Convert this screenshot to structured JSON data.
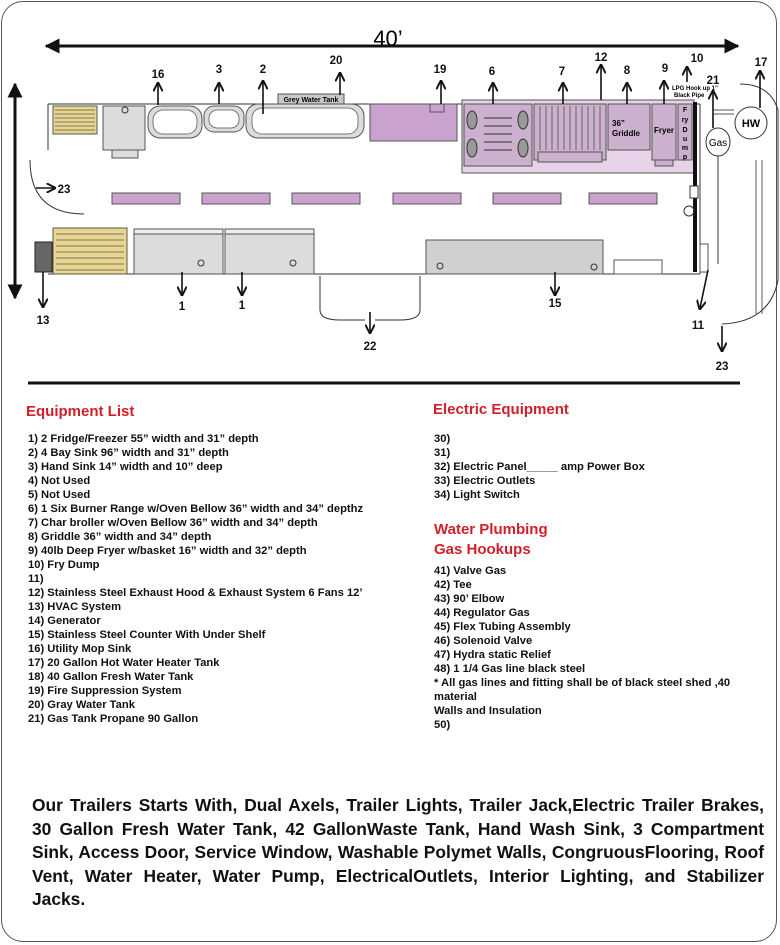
{
  "dimension": {
    "width_label": "40’"
  },
  "callouts": {
    "n1a": "1",
    "n1b": "1",
    "n2": "2",
    "n3": "3",
    "n6": "6",
    "n7": "7",
    "n8": "8",
    "n9": "9",
    "n10": "10",
    "n11": "11",
    "n12": "12",
    "n13": "13",
    "n15": "15",
    "n16": "16",
    "n17": "17",
    "n19": "19",
    "n20": "20",
    "n21": "21",
    "n22": "22",
    "n23a": "23",
    "n23b": "23"
  },
  "plan_labels": {
    "grey_water_tank": "Grey Water Tank",
    "griddle_size": "36”",
    "griddle": "Griddle",
    "fryer": "Fryer",
    "fry_dump": [
      "F",
      "ry",
      "D",
      "u",
      "m",
      "p"
    ],
    "lpg_line1": "LPG Hook up  1”",
    "lpg_line2": "Black Pipe",
    "gas": "Gas",
    "hw": "HW"
  },
  "colors": {
    "purple": "#c9a3cd",
    "hood": "#e7d3e8",
    "equipment": "#dcdcdc",
    "counter": "#d0d0d0",
    "yellow": "#e9d68a",
    "accent_red": "#d0202a"
  },
  "equipment_list": {
    "title": "Equipment List",
    "items": [
      "1) 2 Fridge/Freezer 55” width and 31” depth",
      "2) 4 Bay Sink 96” width and 31” depth",
      "3) Hand Sink 14” width and 10” deep",
      "4) Not Used",
      "5) Not Used",
      "6) 1 Six Burner Range w/Oven Bellow 36” width and 34” depthz",
      "7) Char broller w/Oven Bellow 36” width and 34” depth",
      "8) Griddle 36” width and 34” depth",
      "9) 40lb Deep Fryer w/basket 16” width and 32” depth",
      "10) Fry Dump",
      "11)",
      "12) Stainless Steel Exhaust Hood & Exhaust System 6 Fans 12’",
      "13) HVAC System",
      "14) Generator",
      "15) Stainless Steel Counter With Under Shelf",
      "16) Utility Mop Sink",
      "17) 20 Gallon Hot Water Heater Tank",
      "18) 40 Gallon Fresh Water Tank",
      "19) Fire Suppression System",
      "20) Gray Water Tank",
      "21) Gas Tank Propane 90 Gallon"
    ]
  },
  "electric_equipment": {
    "title": "Electric Equipment",
    "items": [
      "30)",
      "31)",
      "32) Electric Panel_____ amp Power Box",
      "33) Electric Outlets",
      "34) Light Switch"
    ]
  },
  "water_gas": {
    "title_line1": "Water Plumbing",
    "title_line2": "Gas Hookups",
    "items": [
      "41) Valve Gas",
      "42) Tee",
      "43) 90’ Elbow",
      "44) Regulator Gas",
      "45) Flex Tubing Assembly",
      "46) Solenoid Valve",
      "47) Hydra static Relief",
      "48) 1 1/4 Gas line black steel",
      "* All gas  lines and fitting shall  be of black steel shed ,40 material",
      "Walls and Insulation",
      "50)"
    ]
  },
  "footer": "Our Trailers Starts With, Dual Axels, Trailer Lights, Trailer Jack,Electric Trailer Brakes, 30 Gallon Fresh Water Tank, 42 GallonWaste Tank, Hand Wash Sink, 3 Compartment Sink, Access Door, Service Window, Washable Polymet Walls, CongruousFlooring, Roof Vent, Water Heater, Water Pump, ElectricalOutlets, Interior Lighting, and Stabilizer Jacks."
}
